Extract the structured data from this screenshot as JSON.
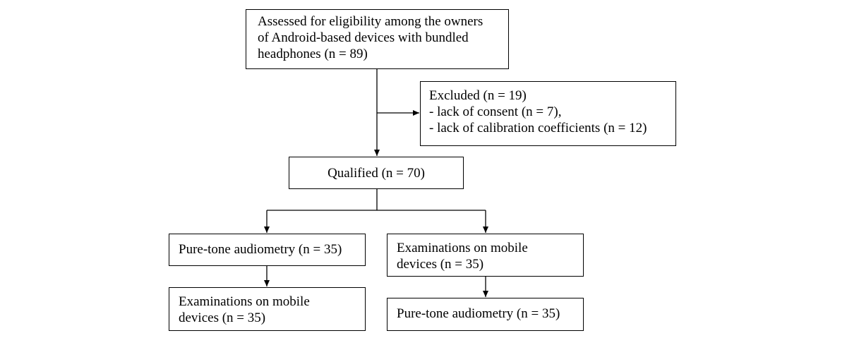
{
  "boxes": {
    "assessed": {
      "lines": [
        "Assessed for eligibility among the owners",
        "of Android-based devices with bundled",
        "headphones  (n = 89)"
      ]
    },
    "excluded": {
      "lines": [
        "Excluded (n = 19)",
        "- lack of consent (n = 7),",
        "- lack of calibration coefficients (n = 12)"
      ]
    },
    "qualified": {
      "lines": [
        "Qualified (n = 70)"
      ]
    },
    "left_first": {
      "lines": [
        "Pure-tone audiometry (n = 35)"
      ]
    },
    "left_second": {
      "lines": [
        "Examinations on mobile",
        "devices (n = 35)"
      ]
    },
    "right_first": {
      "lines": [
        "Examinations on mobile",
        "devices (n = 35)"
      ]
    },
    "right_second": {
      "lines": [
        "Pure-tone audiometry (n = 35)"
      ]
    }
  },
  "colors": {
    "stroke": "#000000",
    "background": "#ffffff"
  }
}
